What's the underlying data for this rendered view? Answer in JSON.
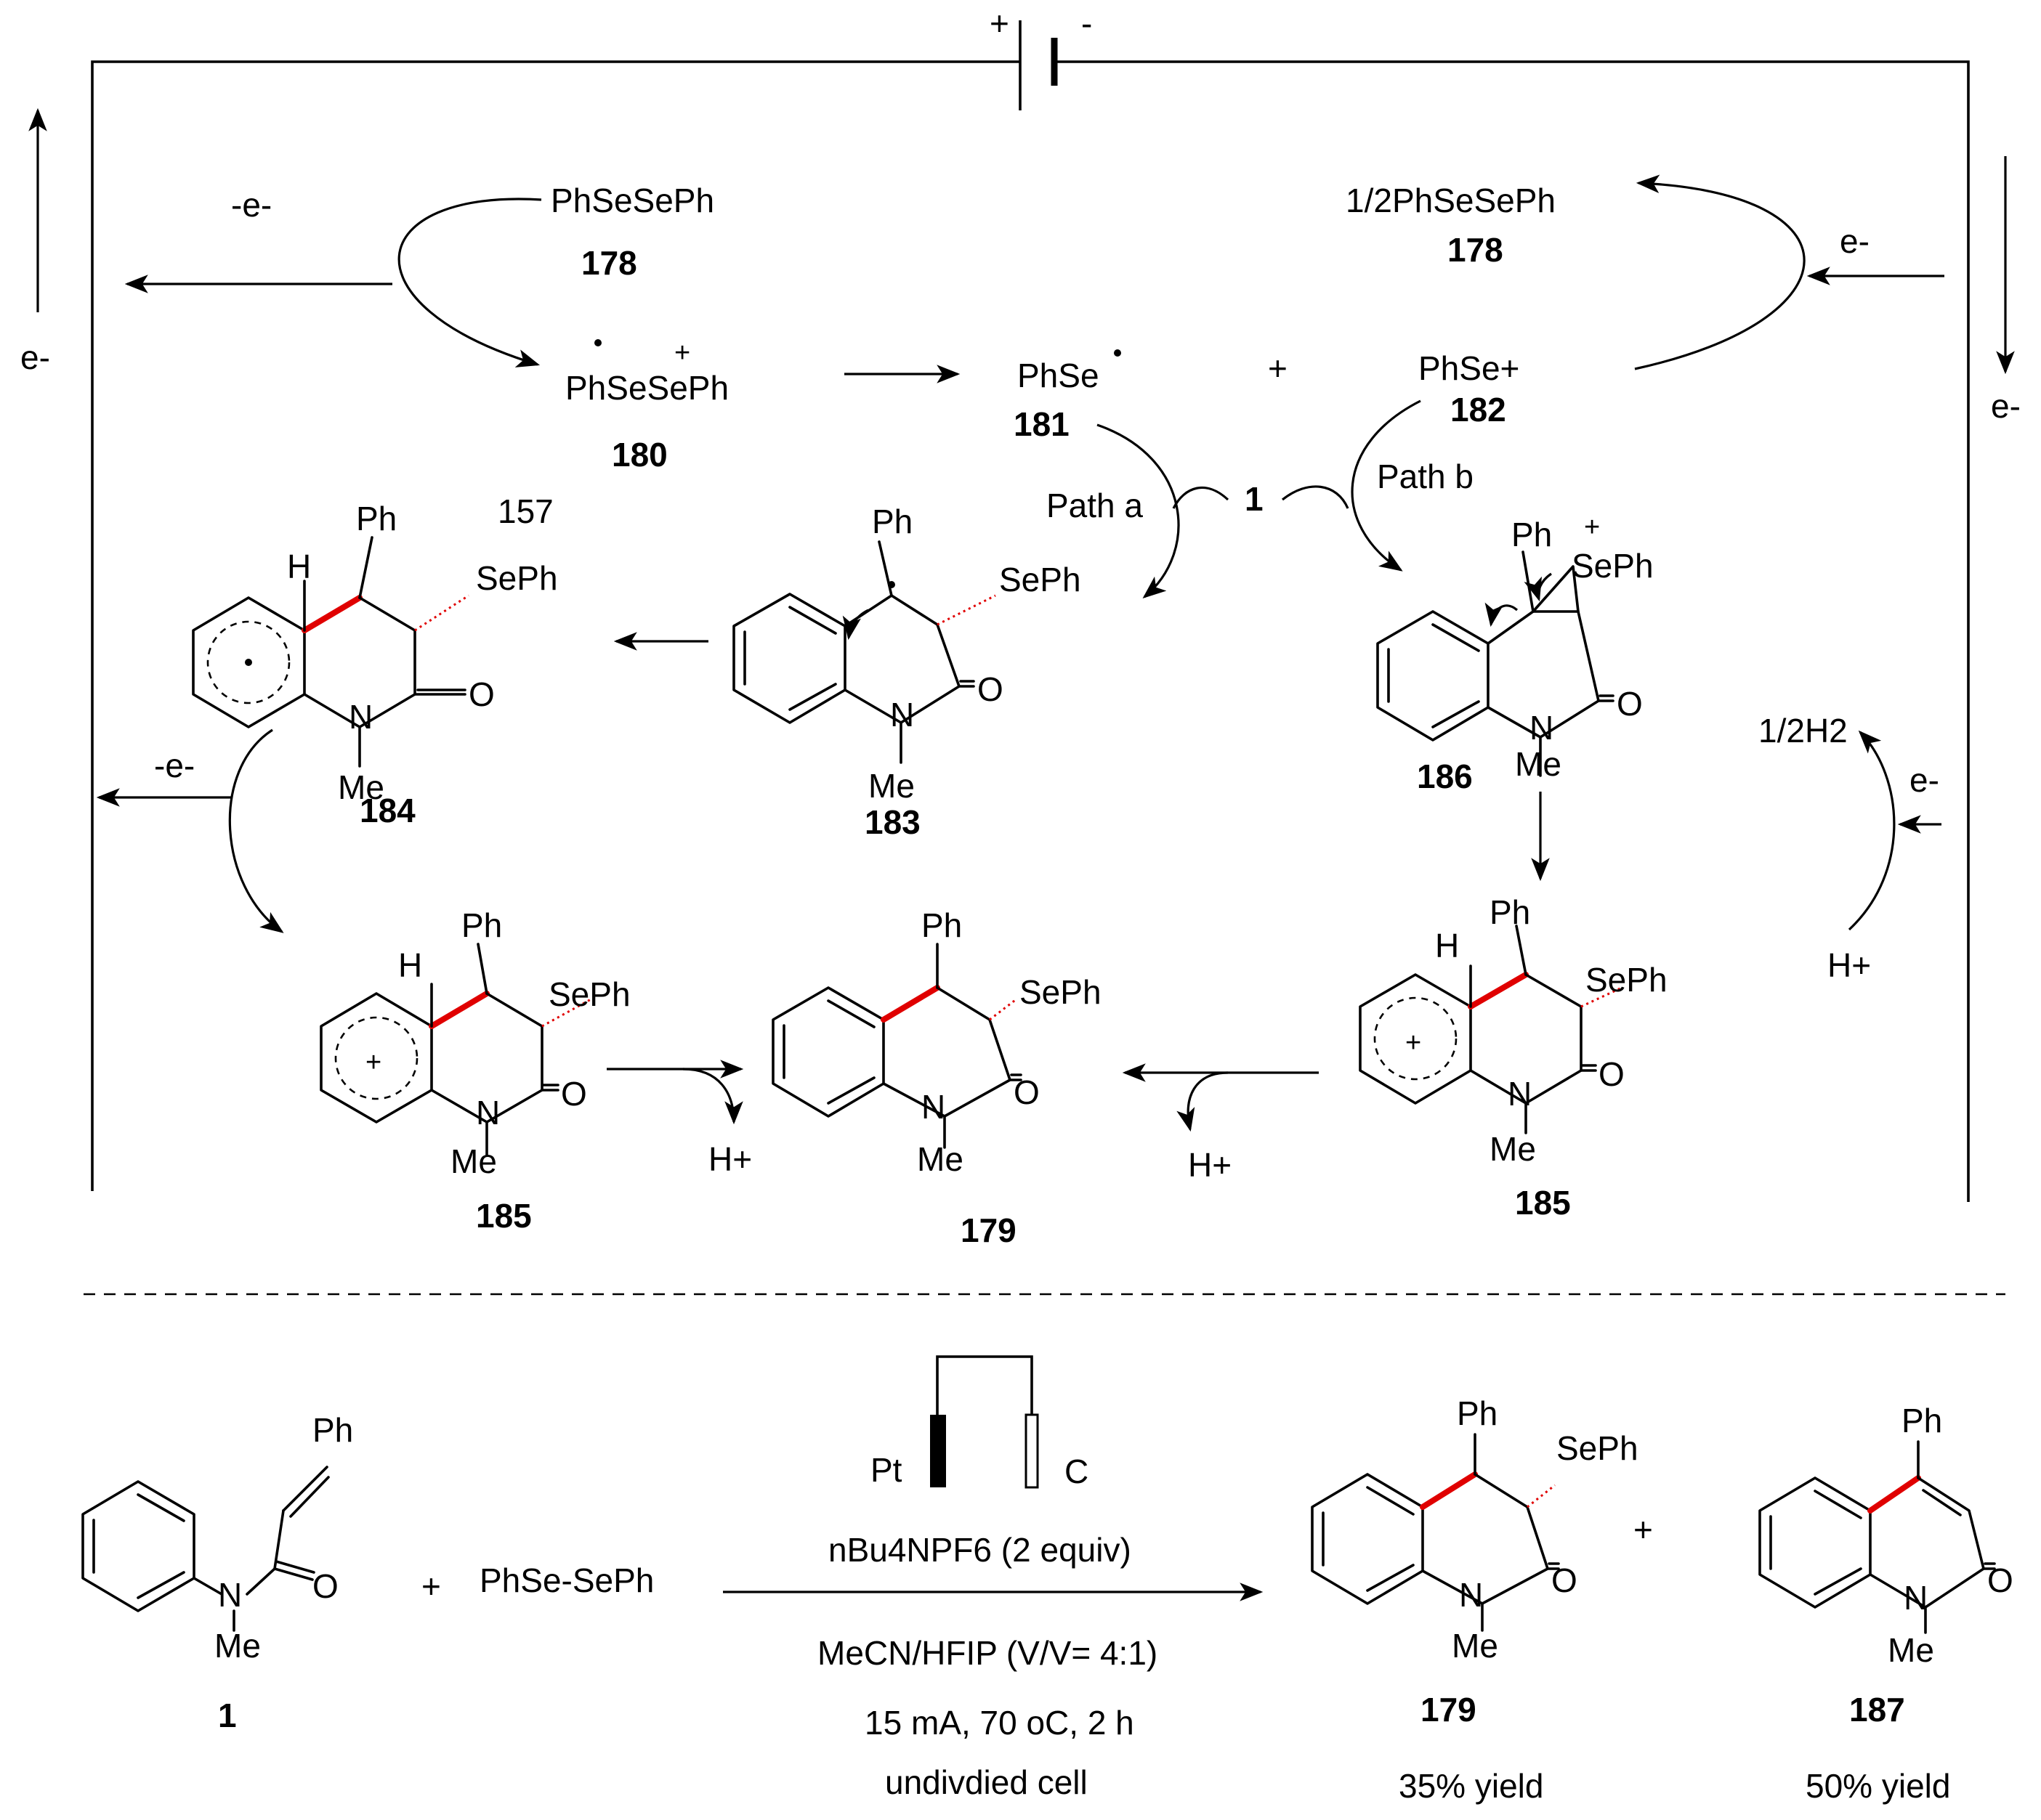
{
  "circuit": {
    "plus": "+",
    "minus": "-",
    "e_left": "e-",
    "e_right": "e-"
  },
  "mechanism": {
    "minus_e_top": "-e-",
    "minus_e_lower": "-e-",
    "e_right_top": "e-",
    "e_right_h2": "e-",
    "c178_formula": "PhSeSePh",
    "c178_label": "178",
    "c178b_formula": "1/2PhSeSePh",
    "c178b_label": "178",
    "c180_formula": "PhSeSePh",
    "c180_label": "180",
    "c181_formula": "PhSe",
    "c181_label": "181",
    "plus_mid": "+",
    "c182_formula": "PhSe+",
    "c182_label": "182",
    "path_a": "Path a",
    "path_b": "Path b",
    "substrate_1": "1",
    "ref_157": "157",
    "label_184": "184",
    "label_183": "183",
    "label_186": "186",
    "label_185a": "185",
    "label_185b": "185",
    "label_179": "179",
    "h2_label": "1/2H2",
    "h_plus_right": "H+",
    "h_plus_1": "H+",
    "h_plus_2": "H+"
  },
  "reaction": {
    "reactant_label": "1",
    "plus_1": "+",
    "reagent": "PhSe-SePh",
    "electrode_anode": "Pt",
    "electrode_cathode": "C",
    "electrolyte": "nBu4NPF6 (2 equiv)",
    "solvent": "MeCN/HFIP (V/V= 4:1)",
    "conditions": "15 mA, 70 oC, 2 h",
    "cell": "undivdied cell",
    "plus_2": "+",
    "product_179_label": "179",
    "product_179_yield": "35% yield",
    "product_187_label": "187",
    "product_187_yield": "50% yield"
  },
  "labels": {
    "ph": "Ph",
    "seph": "SePh",
    "me": "Me",
    "n": "N",
    "o": "O",
    "h": "H"
  }
}
